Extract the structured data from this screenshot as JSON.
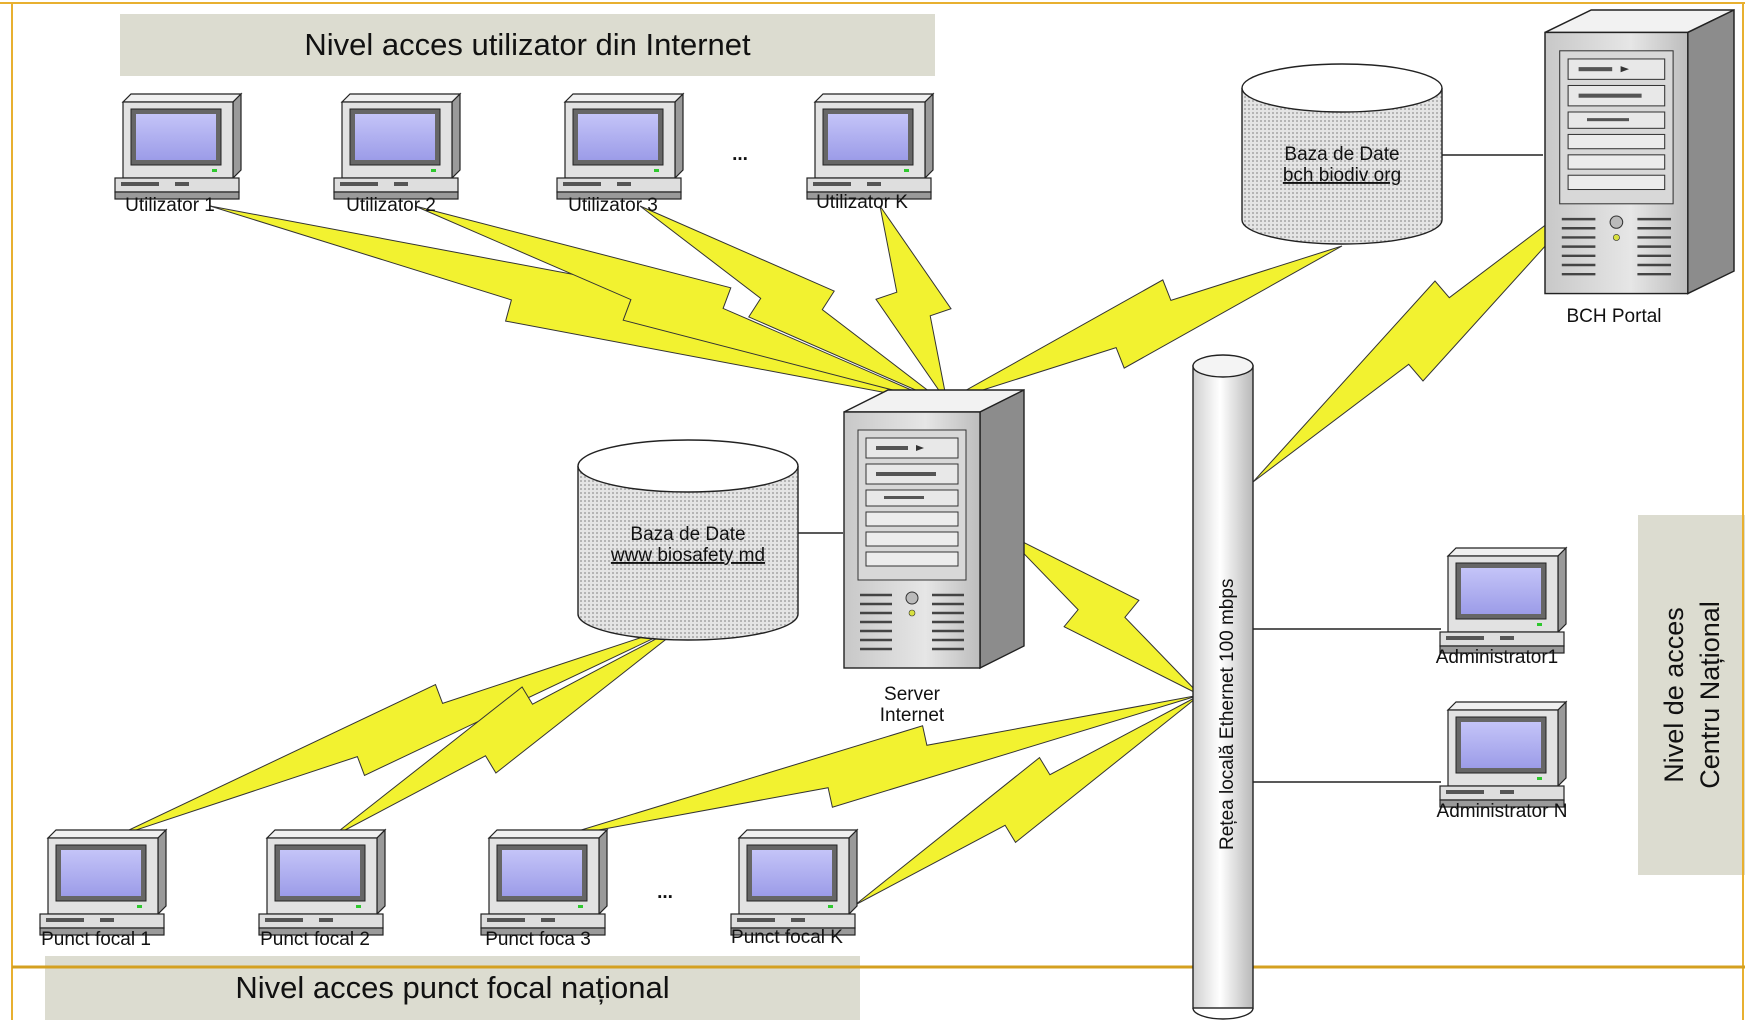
{
  "regions": {
    "top": "Nivel acces utilizator din Internet",
    "bottom": "Nivel acces punct focal național",
    "right_line1": "Nivel de acces",
    "right_line2": "Centru Național"
  },
  "users": [
    "Utilizator 1",
    "Utilizator 2",
    "Utilizator 3",
    "Utilizator K"
  ],
  "focal_points": [
    "Punct focal 1",
    "Punct focal 2",
    "Punct foca  3",
    "Punct focal K"
  ],
  "ellipsis": "...",
  "server": {
    "line1": "Server",
    "line2": "Internet"
  },
  "db_local": {
    "line1": "Baza de Date",
    "line2": "www biosafety md"
  },
  "db_bch": {
    "line1": "Baza de Date",
    "line2": "bch biodiv org"
  },
  "bch_portal": "BCH Portal",
  "network": "Rețea locală Ethernet 100 mbps",
  "admins": [
    "Administrator1",
    "Administrator N"
  ],
  "colors": {
    "lightning": "#f2f230",
    "frame": "#e8b030",
    "band": "#dcdcd0",
    "screen": "#a9a9f0"
  }
}
